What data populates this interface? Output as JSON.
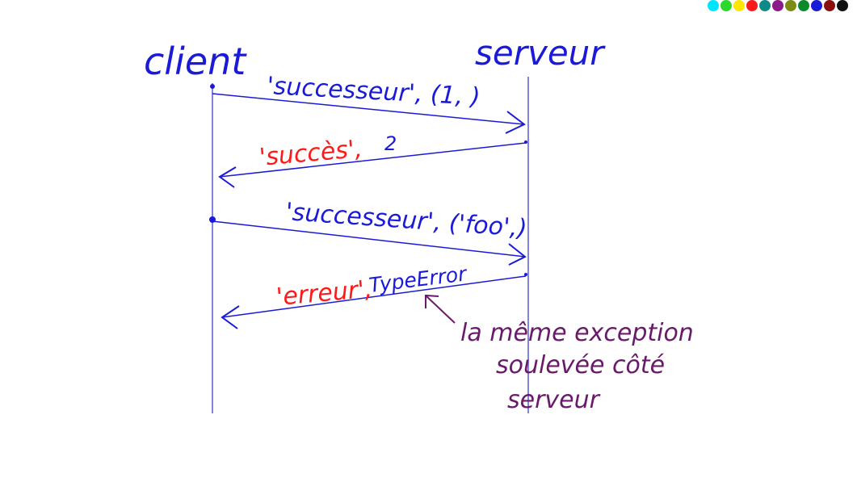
{
  "palette": {
    "colors": [
      "#00e5ff",
      "#2bd92b",
      "#ffe600",
      "#ff1a1a",
      "#0f8a86",
      "#8b1a8b",
      "#7f8a12",
      "#0a8a2a",
      "#1a1ad9",
      "#8a1010",
      "#111111"
    ]
  },
  "diagram": {
    "actors": {
      "client": "client",
      "server": "serveur"
    },
    "messages": [
      {
        "text": "'successeur', (1, )",
        "direction": "client-to-server",
        "color": "#1a1ad9"
      },
      {
        "status": "'succès',",
        "value": "2",
        "direction": "server-to-client",
        "status_color": "#ff1a1a",
        "value_color": "#1a1ad9"
      },
      {
        "text": "'successeur', ('foo',)",
        "direction": "client-to-server",
        "color": "#1a1ad9"
      },
      {
        "status": "'erreur',",
        "value": "TypeError",
        "direction": "server-to-client",
        "status_color": "#ff1a1a",
        "value_color": "#1a1ad9"
      }
    ],
    "annotation": {
      "lines": [
        "la même exception",
        "soulevée côté",
        "serveur"
      ],
      "color": "#6a1a6a"
    },
    "colors": {
      "ink": "#1a1ad9",
      "lifeline": "#5a5ad9"
    }
  }
}
